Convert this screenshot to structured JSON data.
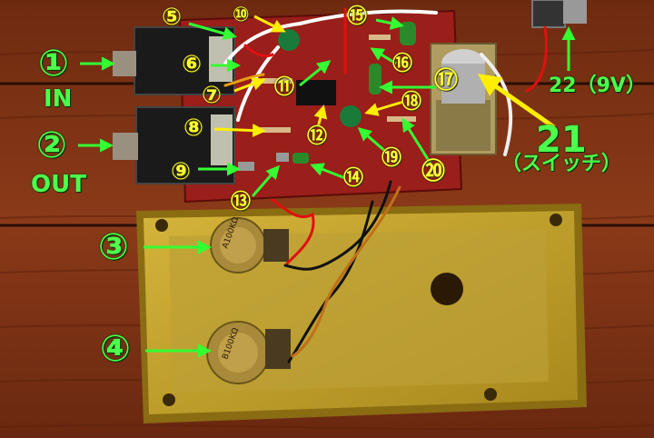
{
  "labels": {
    "n1": "①",
    "in": "IN",
    "n2": "②",
    "out": "OUT",
    "n3": "③",
    "n4": "④",
    "n5": "⑤",
    "n6": "⑥",
    "n7": "⑦",
    "n8": "⑧",
    "n9": "⑨",
    "n10": "⑩",
    "n11": "⑪",
    "n12": "⑫",
    "n13": "⑬",
    "n14": "⑭",
    "n15": "⑮",
    "n16": "⑯",
    "n17": "⑰",
    "n18": "⑱",
    "n19": "⑲",
    "n20": "⑳",
    "n21": "21",
    "switch": "（スイッチ）",
    "n22": "22（9V）"
  },
  "pot_marks": {
    "pot_top": "A100KΩ",
    "pot_bottom": "B100KΩ"
  },
  "colors": {
    "wood": "#7a3216",
    "pcb": "#9a1e1a",
    "enclosure": "#c8a82a",
    "arrow_green": "#33ff33",
    "arrow_yellow": "#ffee00"
  }
}
